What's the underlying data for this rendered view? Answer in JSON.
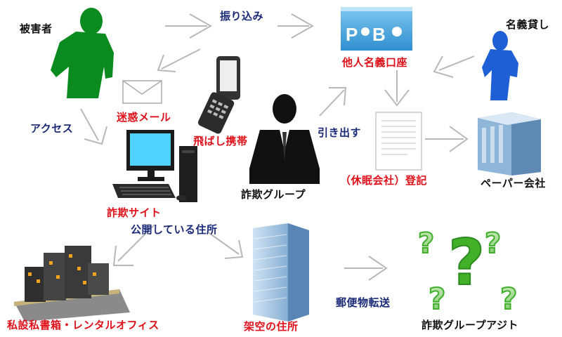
{
  "labels": {
    "victim": "被害者",
    "name_lender": "名義貸し",
    "transfer": "振り込み",
    "other_name_account": "他人名義口座",
    "spam_mail": "迷惑メール",
    "access": "アクセス",
    "burner_phone": "飛ばし携帯",
    "withdraw": "引き出す",
    "fraud_group": "詐欺グループ",
    "dormant_company_registration": "（休眠会社）登記",
    "paper_company": "ペーパー会社",
    "fraud_site": "詐欺サイト",
    "public_address": "公開している住所",
    "private_mailbox_office": "私設私書箱・レンタルオフィス",
    "fictitious_address": "架空の住所",
    "mail_forwarding": "郵便物転送",
    "fraud_group_hideout": "詐欺グループアジト"
  },
  "colors": {
    "victim_figure": "#0a8a1f",
    "name_lender_figure": "#1f5fd6",
    "fraud_figure": "#111111",
    "label_red": "#e0101a",
    "label_navy": "#1a2a78",
    "question_marks": "#3fae2a"
  }
}
